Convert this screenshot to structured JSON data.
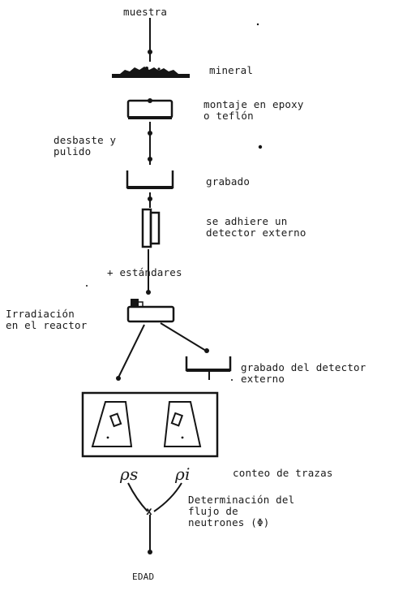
{
  "steps": {
    "sample": "muestra",
    "mineral": "mineral",
    "mounting": "montaje en epoxy\no teflón",
    "polishing": "desbaste y\npulido",
    "etching": "grabado",
    "detector": "se adhiere un\ndetector externo",
    "standards": "+ estándares",
    "irradiation": "Irradiación\nen el reactor",
    "detector_etching": "grabado del detector\nexterno",
    "track_counting": "conteo de trazas",
    "flux": "Determinación del\nflujo de\nneutrones (Φ)",
    "age": "EDAD"
  },
  "symbols": {
    "rho_s": "ρs",
    "rho_i": "ρi",
    "combine": "x"
  },
  "colors": {
    "ink": "#151515",
    "background": "#ffffff"
  }
}
